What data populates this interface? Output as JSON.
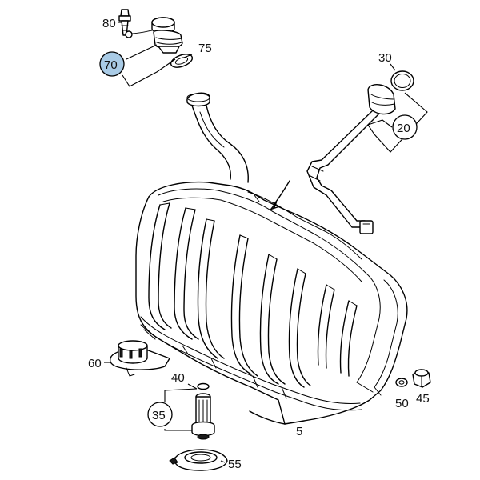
{
  "callouts": {
    "c80": "80",
    "c70": "70",
    "c75": "75",
    "c30": "30",
    "c20": "20",
    "c60": "60",
    "c40": "40",
    "c35": "35",
    "c55": "55",
    "c5": "5",
    "c50": "50",
    "c45": "45"
  },
  "highlighted_callout": "70",
  "colors": {
    "highlight": "#a9cbe6",
    "line": "#000000",
    "background": "#ffffff"
  }
}
